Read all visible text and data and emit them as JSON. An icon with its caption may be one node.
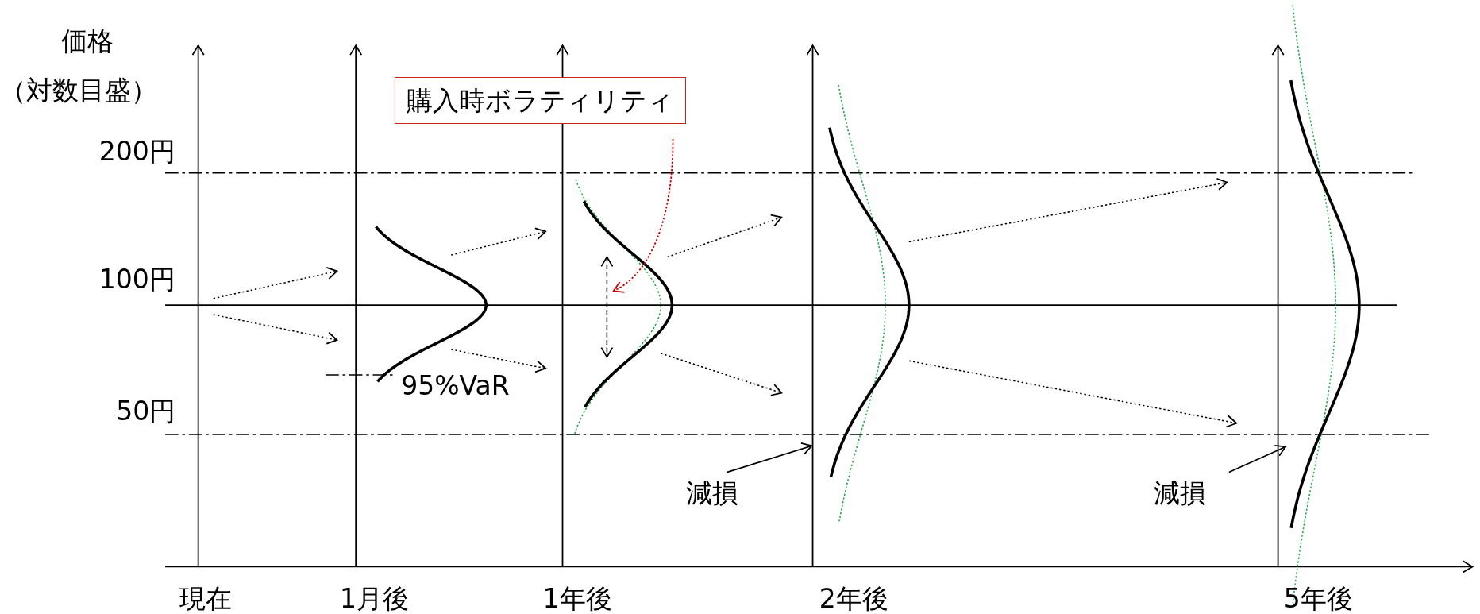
{
  "diagram": {
    "nodes": [
      {
        "text": [
          "購入時ボラティリティ"
        ]
      },
      {
        "text": [
          "減損"
        ]
      },
      {
        "text": [
          "減損"
        ]
      },
      {
        "text": [],
        "shape": "curve"
      },
      {
        "text": [],
        "shape": "curve"
      },
      {
        "text": [],
        "shape": "curve"
      }
    ],
    "edges": [
      {
        "from": 0,
        "to": 3,
        "arrow": "to",
        "style": "dashed",
        "color": "#cc0000"
      },
      {
        "from": 1,
        "to": 4,
        "arrow": "to"
      },
      {
        "from": 2,
        "to": 5,
        "arrow": "to"
      }
    ],
    "labels": [
      "価格",
      "（対数目盛）",
      "200円",
      "100円",
      "95%VaR",
      "50円",
      "現在",
      "1月後",
      "1年後",
      "2年後",
      "5年後"
    ]
  }
}
